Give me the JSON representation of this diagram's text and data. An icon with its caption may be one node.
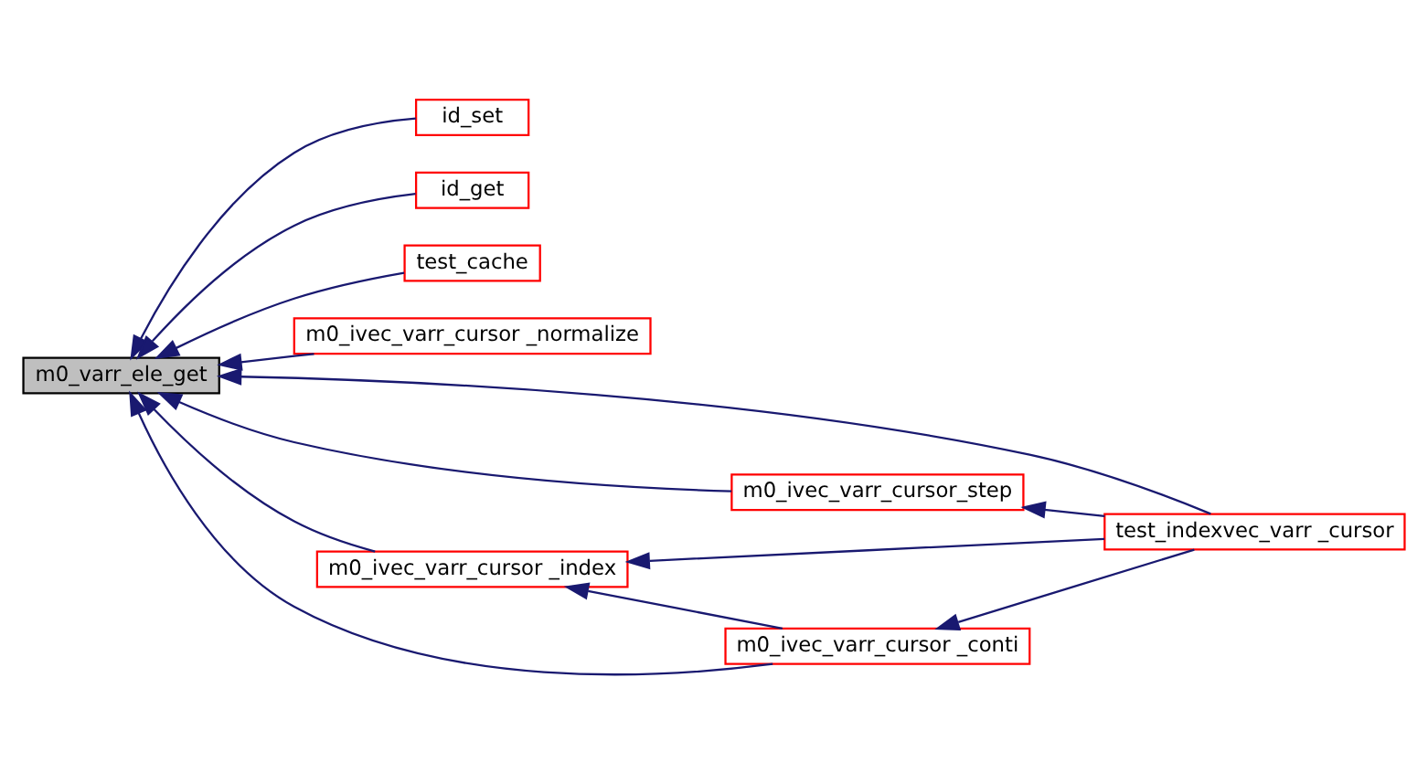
{
  "diagram": {
    "nodes": [
      {
        "text": [
          "m0_varr_ele_get"
        ]
      },
      {
        "text": [
          "id_set"
        ]
      },
      {
        "text": [
          "id_get"
        ]
      },
      {
        "text": [
          "test_cache"
        ]
      },
      {
        "text": [
          "m0_ivec_varr_cursor _normalize"
        ]
      },
      {
        "text": [
          "m0_ivec_varr_cursor_step"
        ]
      },
      {
        "text": [
          "m0_ivec_varr_cursor _index"
        ]
      },
      {
        "text": [
          "m0_ivec_varr_cursor _conti"
        ]
      },
      {
        "text": [
          "test_indexvec_varr _cursor"
        ]
      }
    ],
    "edges": [
      {
        "from": 1,
        "to": 0,
        "arrow": "to"
      },
      {
        "from": 2,
        "to": 0,
        "arrow": "to"
      },
      {
        "from": 3,
        "to": 0,
        "arrow": "to"
      },
      {
        "from": 8,
        "to": 0,
        "arrow": "to"
      },
      {
        "from": 4,
        "to": 0,
        "arrow": "to"
      },
      {
        "from": 5,
        "to": 0,
        "arrow": "to"
      },
      {
        "from": 6,
        "to": 0,
        "arrow": "to"
      },
      {
        "from": 7,
        "to": 0,
        "arrow": "to"
      },
      {
        "from": 8,
        "to": 5,
        "arrow": "to"
      },
      {
        "from": 8,
        "to": 6,
        "arrow": "to"
      },
      {
        "from": 7,
        "to": 6,
        "arrow": "to"
      },
      {
        "from": 8,
        "to": 7,
        "arrow": "to"
      }
    ]
  }
}
